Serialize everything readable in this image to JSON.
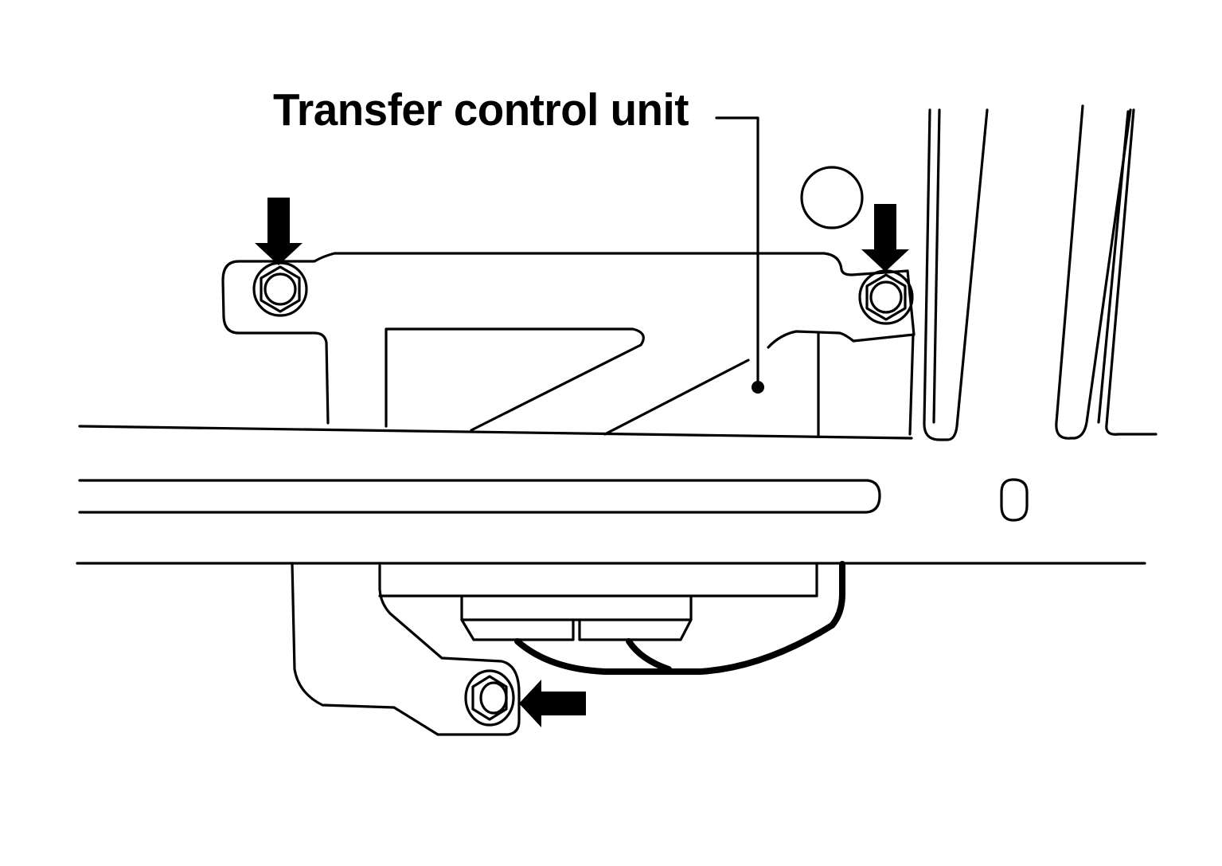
{
  "diagram": {
    "callout": {
      "label": "Transfer control unit"
    },
    "colors": {
      "line": "#000000",
      "background": "#ffffff"
    },
    "fasteners": [
      {
        "id": "bolt-upper-left",
        "arrow": "down"
      },
      {
        "id": "bolt-upper-right",
        "arrow": "down"
      },
      {
        "id": "bolt-lower",
        "arrow": "left"
      }
    ]
  }
}
